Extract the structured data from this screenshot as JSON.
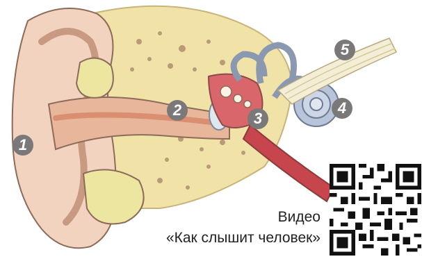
{
  "markers": [
    {
      "num": "1",
      "part": "outer-ear"
    },
    {
      "num": "2",
      "part": "ear-canal"
    },
    {
      "num": "3",
      "part": "ossicles"
    },
    {
      "num": "4",
      "part": "cochlea"
    },
    {
      "num": "5",
      "part": "auditory-nerve"
    }
  ],
  "caption": {
    "line1": "Видео",
    "line2": "«Как слышит человек»"
  },
  "qr": {
    "icon": "qr-code-icon"
  },
  "colors": {
    "skin": "#f2d3bf",
    "skin_dark": "#e3a98c",
    "bone": "#f1e3a8",
    "bone_spots": "#b99b78",
    "canal": "#e8b69b",
    "cartilage": "#ece6a0",
    "inner_ear": "#b8c4d9",
    "nerve": "#f3eed6",
    "tube": "#c7464d",
    "marker": "#7a7878"
  }
}
